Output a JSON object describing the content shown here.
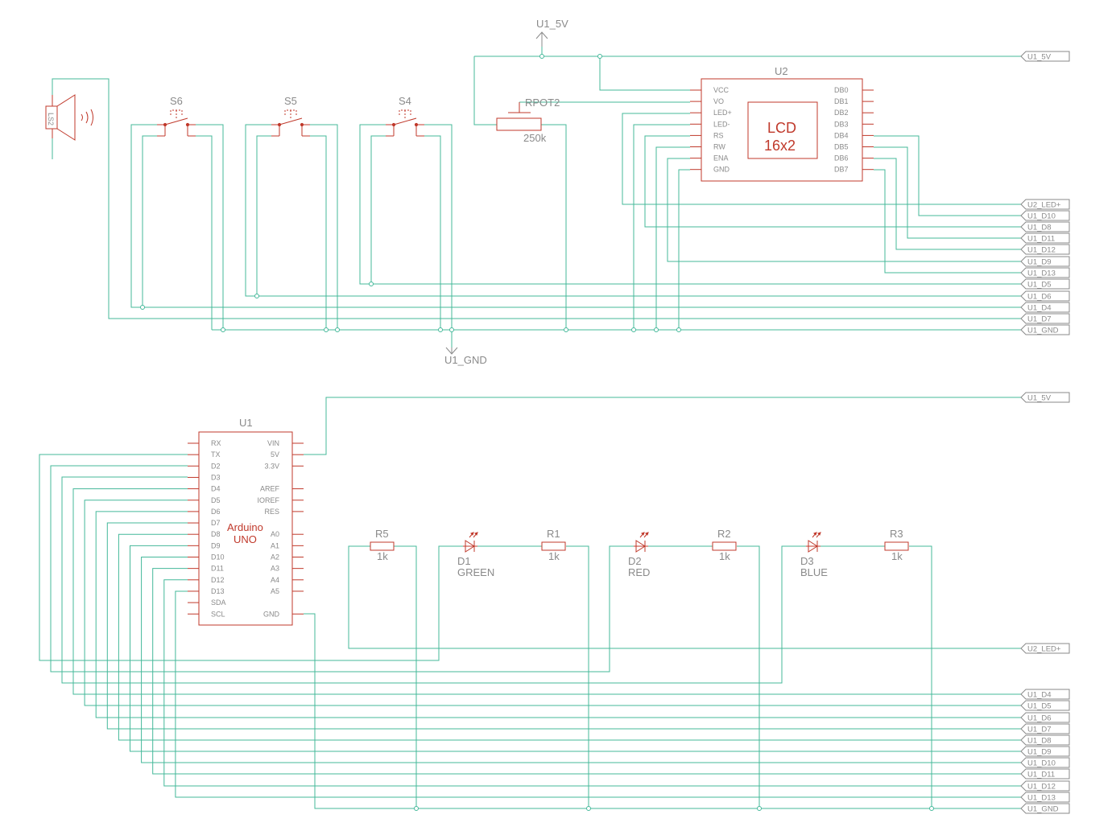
{
  "colors": {
    "wire": "#44b89a",
    "part": "#c0392b",
    "text": "#8a8a8a"
  },
  "power": {
    "vcc": "U1_5V",
    "gnd": "U1_GND"
  },
  "speaker": {
    "ref": "LS2"
  },
  "switches": [
    "S6",
    "S5",
    "S4"
  ],
  "pot": {
    "ref": "RPOT2",
    "value": "250k"
  },
  "lcd": {
    "ref": "U2",
    "title": "LCD",
    "size": "16x2",
    "left_pins": [
      "VCC",
      "VO",
      "LED+",
      "LED-",
      "RS",
      "RW",
      "ENA",
      "GND"
    ],
    "right_pins": [
      "DB0",
      "DB1",
      "DB2",
      "DB3",
      "DB4",
      "DB5",
      "DB6",
      "DB7"
    ]
  },
  "top_flags": [
    "U1_5V",
    "U2_LED+",
    "U1_D10",
    "U1_D8",
    "U1_D11",
    "U1_D12",
    "U1_D9",
    "U1_D13",
    "U1_D5",
    "U1_D6",
    "U1_D4",
    "U1_D7",
    "U1_GND"
  ],
  "arduino": {
    "ref": "U1",
    "name1": "Arduino",
    "name2": "UNO",
    "left_pins": [
      "RX",
      "TX",
      "D2",
      "D3",
      "D4",
      "D5",
      "D6",
      "D7",
      "D8",
      "D9",
      "D10",
      "D11",
      "D12",
      "D13",
      "SDA",
      "SCL"
    ],
    "right_pins": [
      "VIN",
      "5V",
      "3.3V",
      "",
      "AREF",
      "IOREF",
      "RES",
      "",
      "A0",
      "A1",
      "A2",
      "A3",
      "A4",
      "A5",
      "",
      "GND"
    ]
  },
  "resistors": [
    {
      "ref": "R5",
      "value": "1k"
    },
    {
      "ref": "R1",
      "value": "1k"
    },
    {
      "ref": "R2",
      "value": "1k"
    },
    {
      "ref": "R3",
      "value": "1k"
    }
  ],
  "leds": [
    {
      "ref": "D1",
      "color": "GREEN"
    },
    {
      "ref": "D2",
      "color": "RED"
    },
    {
      "ref": "D3",
      "color": "BLUE"
    }
  ],
  "bottom_flags": [
    "U1_5V",
    "U2_LED+",
    "U1_D4",
    "U1_D5",
    "U1_D6",
    "U1_D7",
    "U1_D8",
    "U1_D9",
    "U1_D10",
    "U1_D11",
    "U1_D12",
    "U1_D13",
    "U1_GND"
  ]
}
